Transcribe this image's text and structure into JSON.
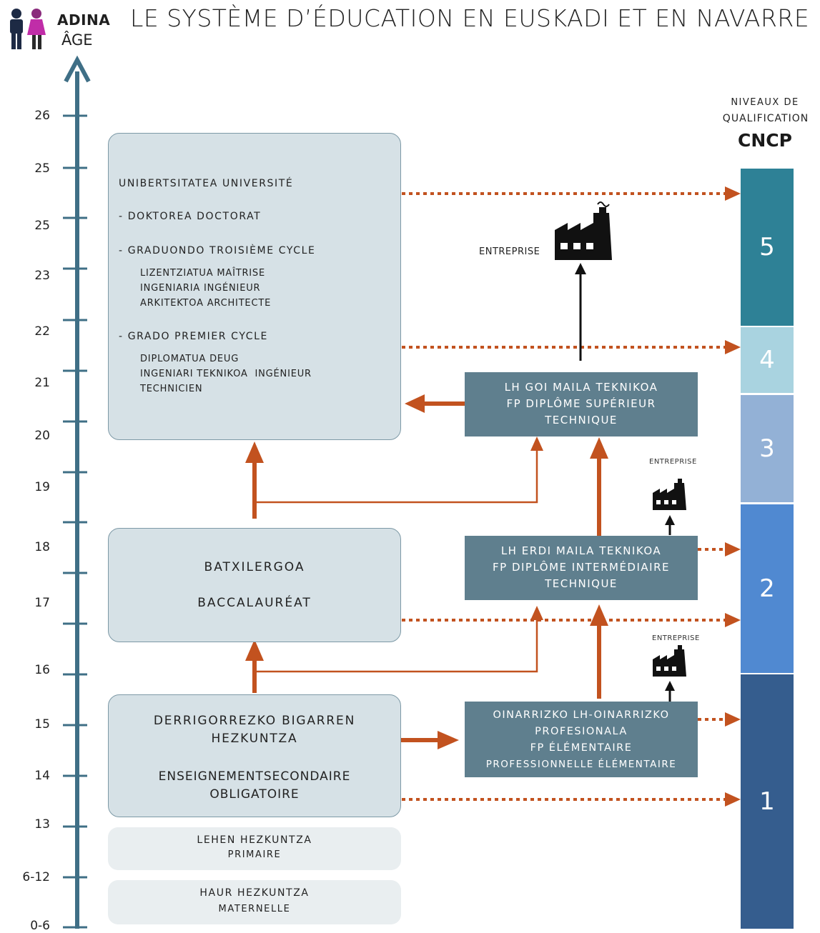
{
  "header": {
    "title": "LE SYSTÈME D’ÉDUCATION EN EUSKADI ET EN NAVARRE",
    "adina": "ADINA",
    "age": "ÂGE"
  },
  "axis": {
    "labels": [
      "26",
      "25",
      "25",
      "23",
      "22",
      "21",
      "20",
      "19",
      "18",
      "17",
      "16",
      "15",
      "14",
      "13",
      "6-12",
      "0-6"
    ]
  },
  "university": {
    "title": "UNIBERTSITATEA UNIVERSITÉ",
    "doctorate": "- DOKTOREA DOCTORAT",
    "third_cycle": "- GRADUONDO TROISIÈME CYCLE",
    "third_items": [
      "LIZENTZIATUA MAÎTRISE",
      "INGENIARIA INGÉNIEUR",
      "ARKITEKTOA ARCHITECTE"
    ],
    "first_cycle": "- GRADO PREMIER CYCLE",
    "first_items": [
      "DIPLOMATUA DEUG",
      "INGENIARI TEKNIKOA  INGÉNIEUR",
      "TECHNICIEN"
    ]
  },
  "bachillerato": {
    "line1": "BATXILERGOA",
    "line2": "BACCALAURÉAT"
  },
  "eso": {
    "line1": "DERRIGORREZKO BIGARREN",
    "line2": "HEZKUNTZA",
    "line3": "ENSEIGNEMENTSECONDAIRE",
    "line4": "OBLIGATOIRE"
  },
  "primary": {
    "line1": "LEHEN HEZKUNTZA",
    "line2": "PRIMAIRE"
  },
  "maternal": {
    "line1": "HAUR HEZKUNTZA",
    "line2": "MATERNELLE"
  },
  "fp_superior": {
    "line1": "LH GOI MAILA TEKNIKOA",
    "line2": "FP DIPLÔME SUPÉRIEUR",
    "line3": "TECHNIQUE"
  },
  "fp_medium": {
    "line1": "LH ERDI MAILA TEKNIKOA",
    "line2": "FP DIPLÔME INTERMÉDIAIRE",
    "line3": "TECHNIQUE"
  },
  "fp_basic": {
    "line1": "OINARRIZKO LH-OINARRIZKO",
    "line2": "PROFESIONALA",
    "line3": "FP ÉLÉMENTAIRE",
    "line4": "PROFESSIONNELLE ÉLÉMENTAIRE"
  },
  "enterprise": {
    "large": "ENTREPRISE",
    "small1": "ENTREPRISE",
    "small2": "ENTREPRISE"
  },
  "cncp": {
    "header1": "NIVEAUX DE",
    "header2": "QUALIFICATION",
    "header3": "CNCP",
    "levels": [
      {
        "label": "5",
        "color": "#2e8196"
      },
      {
        "label": "4",
        "color": "#a9d3e0"
      },
      {
        "label": "3",
        "color": "#93b1d6"
      },
      {
        "label": "2",
        "color": "#5089d1"
      },
      {
        "label": "1",
        "color": "#355d8e"
      }
    ]
  },
  "colors": {
    "arrow_orange": "#c2521f",
    "axis": "#3f6f86",
    "light_box": "#d6e1e6",
    "dark_box": "#5f7f8e"
  }
}
